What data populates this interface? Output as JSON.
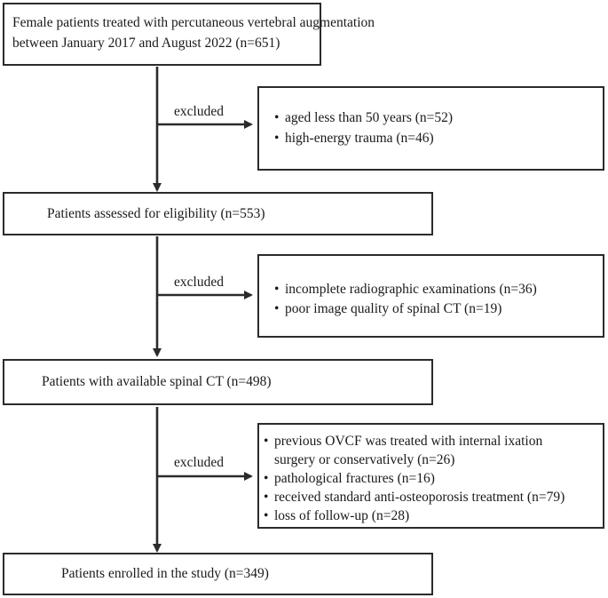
{
  "boxes": {
    "start": {
      "line1": "Female patients treated with percutaneous vertebral augmentation",
      "line2": "between January 2017 and August 2022 (n=651)"
    },
    "assessed": "Patients assessed for eligibility (n=553)",
    "available_ct": "Patients with available spinal CT (n=498)",
    "enrolled": "Patients enrolled in the study (n=349)"
  },
  "exclusions": [
    {
      "label": "excluded",
      "items": [
        "aged less than 50 years (n=52)",
        "high-energy trauma (n=46)"
      ]
    },
    {
      "label": "excluded",
      "items": [
        "incomplete radiographic examinations (n=36)",
        "poor image quality of spinal CT (n=19)"
      ]
    },
    {
      "label": "excluded",
      "items": [
        "previous OVCF was treated with internal ixation",
        "surgery or conservatively (n=26)",
        "pathological fractures (n=16)",
        "received standard anti-osteoporosis treatment (n=79)",
        "loss of follow-up (n=28)"
      ]
    }
  ],
  "bullet_glyph": "•"
}
